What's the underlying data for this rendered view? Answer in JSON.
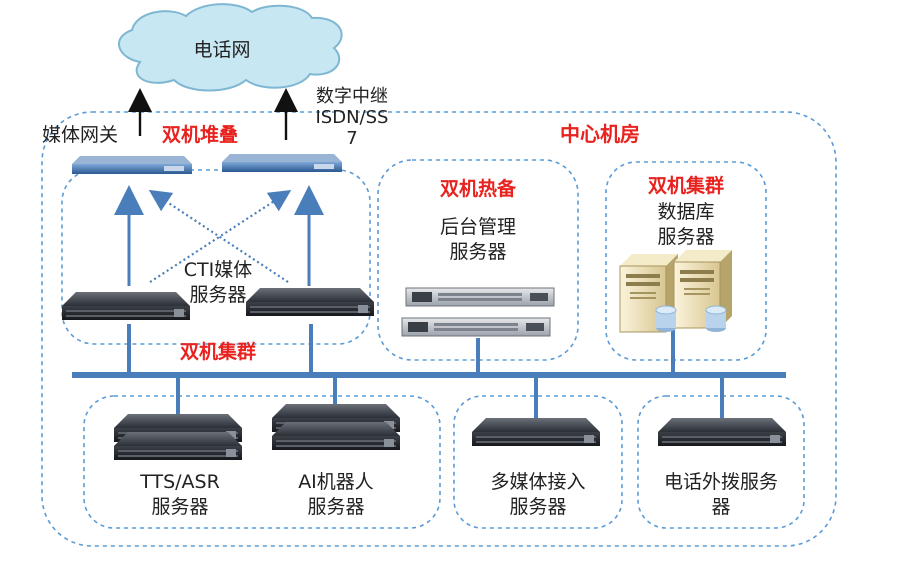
{
  "cloud": {
    "label": "电话网"
  },
  "gateway": {
    "label": "媒体网关"
  },
  "trunk": {
    "line1": "数字中继",
    "line2": "ISDN/SS",
    "line3": "7"
  },
  "center": {
    "title": "中心机房"
  },
  "stack": {
    "title": "双机堆叠"
  },
  "cti": {
    "line1": "CTI媒体",
    "line2": "服务器",
    "cluster": "双机集群"
  },
  "backend": {
    "tag": "双机热备",
    "line1": "后台管理",
    "line2": "服务器"
  },
  "db": {
    "tag": "双机集群",
    "line1": "数据库",
    "line2": "服务器"
  },
  "tts": {
    "line1": "TTS/ASR",
    "line2": "服务器"
  },
  "ai": {
    "line1": "AI机器人",
    "line2": "服务器"
  },
  "media": {
    "line1": "多媒体接入",
    "line2": "服务器"
  },
  "outbound": {
    "line1": "电话外拨服务",
    "line2": "器"
  },
  "colors": {
    "bus": "#4a7ebb",
    "dashed": "#5b9bd5",
    "accent": "#e8231f",
    "cloud": "#c7e7f3"
  }
}
